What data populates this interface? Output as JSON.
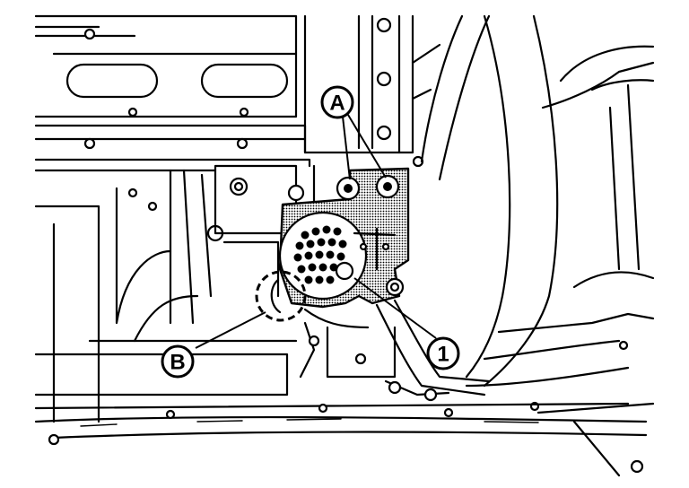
{
  "callouts": {
    "a": {
      "label": "A"
    },
    "b": {
      "label": "B"
    },
    "one": {
      "label": "1"
    }
  },
  "colors": {
    "line": "#000000",
    "background": "#ffffff"
  }
}
